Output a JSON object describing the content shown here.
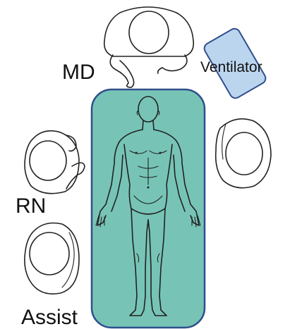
{
  "labels": {
    "md": "MD",
    "ventilator": "Ventilator",
    "rn": "RN",
    "assist": "Assist"
  },
  "colors": {
    "bed_fill": "#77c4b6",
    "bed_stroke": "#2f4f8c",
    "ventilator_fill": "#bcd5ef",
    "ventilator_stroke": "#2f4f8c",
    "outline": "#222222",
    "person_fill": "#ffffff"
  },
  "icons": {
    "md": "person-top-view-icon",
    "rn": "person-top-view-icon",
    "assist": "person-top-view-icon",
    "right_side": "person-top-view-icon",
    "patient": "human-body-front-icon",
    "ventilator": "ventilator-device-icon"
  }
}
